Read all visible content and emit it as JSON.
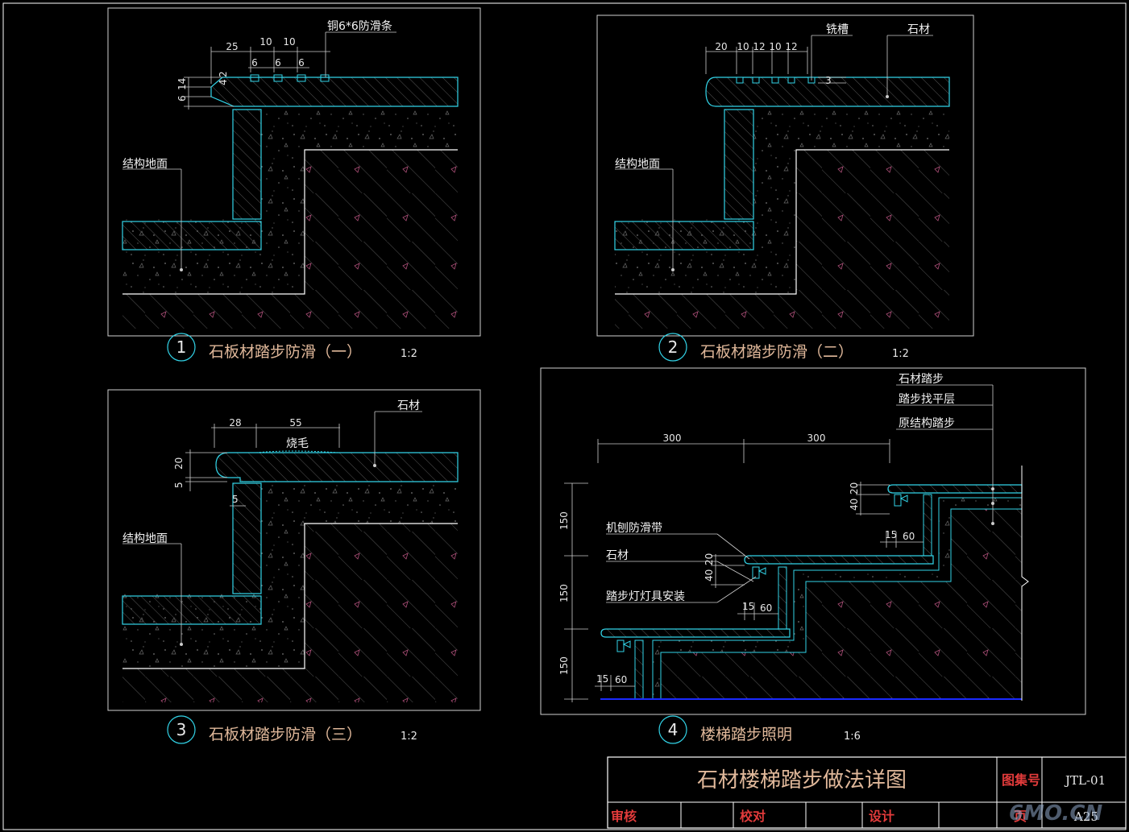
{
  "details": [
    {
      "number": "1",
      "title": "石板材踏步防滑（一）",
      "scale": "1:2",
      "dims_top": [
        "25",
        "10",
        "10"
      ],
      "dims_sub": [
        "6",
        "6",
        "6"
      ],
      "dims_side": [
        "6",
        "14",
        "4",
        "2"
      ],
      "labels": [
        "铜6*6防滑条",
        "结构地面"
      ]
    },
    {
      "number": "2",
      "title": "石板材踏步防滑（二）",
      "scale": "1:2",
      "dims_top": [
        "20",
        "10",
        "12",
        "10",
        "12"
      ],
      "dims_side": [
        "3"
      ],
      "labels": [
        "铣槽",
        "石材",
        "结构地面"
      ]
    },
    {
      "number": "3",
      "title": "石板材踏步防滑（三）",
      "scale": "1:2",
      "dims_top": [
        "28",
        "55"
      ],
      "dims_side": [
        "20",
        "5",
        "5"
      ],
      "labels": [
        "烧毛",
        "石材",
        "结构地面"
      ]
    },
    {
      "number": "4",
      "title": "楼梯踏步照明",
      "scale": "1:6",
      "dims_top": [
        "300",
        "300"
      ],
      "dims_side": [
        "150",
        "150",
        "150"
      ],
      "dims_small": [
        "40",
        "20",
        "15",
        "60"
      ],
      "labels": [
        "石材踏步",
        "踏步找平层",
        "原结构踏步",
        "机刨防滑带",
        "石材",
        "踏步灯灯具安装"
      ]
    }
  ],
  "title_block": {
    "drawing_title": "石材楼梯踏步做法详图",
    "atlas_label": "图集号",
    "atlas_code": "JTL-01",
    "review": "审核",
    "check": "校对",
    "design": "设计",
    "page_label": "页",
    "page_code": "A25"
  },
  "watermark": "6MO.CN",
  "colors": {
    "cyan": "#32d4e8",
    "white": "#ffffff",
    "title": "#e0b89a",
    "red": "#e23b3b",
    "hatch": "#666666",
    "blue": "#1a2aff"
  }
}
